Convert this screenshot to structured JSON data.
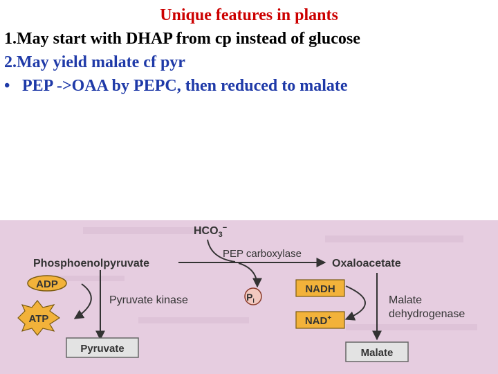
{
  "slide": {
    "title": "Unique features in plants",
    "points": [
      "1.May start with DHAP from cp instead of glucose",
      "2.May yield malate cf pyr",
      "PEP ->OAA by PEPC, then reduced to malate"
    ],
    "bullet_symbol": "•"
  },
  "figure": {
    "hco3": "HCO",
    "hco3_sub": "3",
    "hco3_sup": "−",
    "pep_carboxylase": "PEP carboxylase",
    "phosphoenolpyruvate": "Phosphoenolpyruvate",
    "oxaloacetate": "Oxaloacetate",
    "adp": "ADP",
    "atp": "ATP",
    "pyruvate_kinase": "Pyruvate kinase",
    "pi": "P",
    "pi_sub": "i",
    "nadh": "NADH",
    "nad": "NAD",
    "nad_sup": "+",
    "malate_dh_1": "Malate",
    "malate_dh_2": "dehydrogenase",
    "pyruvate": "Pyruvate",
    "malate": "Malate",
    "colors": {
      "background": "#e6cde0",
      "cofactor_box": "#f2b23a",
      "product_box": "#e3e3e3",
      "title_red": "#cc0000",
      "text_blue": "#1f3aa8"
    }
  }
}
